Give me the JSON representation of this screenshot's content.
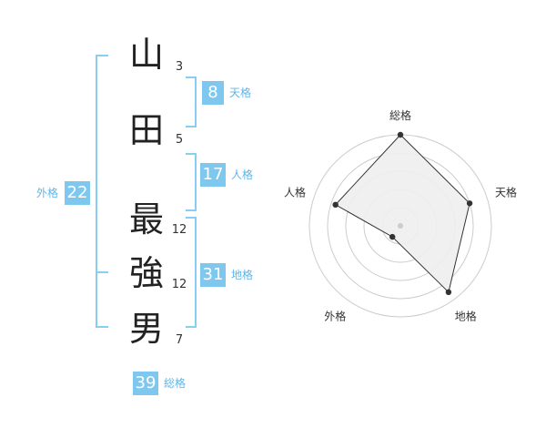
{
  "colors": {
    "accent": "#7ec8f0",
    "bracket": "#88cdf3",
    "label": "#5fb6e8",
    "text": "#222222"
  },
  "name": {
    "characters": [
      {
        "char": "山",
        "strokes": "3"
      },
      {
        "char": "田",
        "strokes": "5"
      },
      {
        "char": "最",
        "strokes": "12"
      },
      {
        "char": "強",
        "strokes": "12"
      },
      {
        "char": "男",
        "strokes": "7"
      }
    ]
  },
  "fortunes": {
    "tenkaku": {
      "value": "8",
      "label": "天格"
    },
    "jinkaku": {
      "value": "17",
      "label": "人格"
    },
    "chikaku": {
      "value": "31",
      "label": "地格"
    },
    "gaikaku": {
      "value": "22",
      "label": "外格"
    },
    "soukaku": {
      "value": "39",
      "label": "総格"
    }
  },
  "chart_data": {
    "type": "radar",
    "axes": [
      "総格",
      "天格",
      "地格",
      "外格",
      "人格"
    ],
    "values": [
      1.0,
      0.8,
      0.9,
      0.15,
      0.75
    ],
    "range": [
      0,
      1
    ],
    "rings": 5,
    "grid": true
  }
}
